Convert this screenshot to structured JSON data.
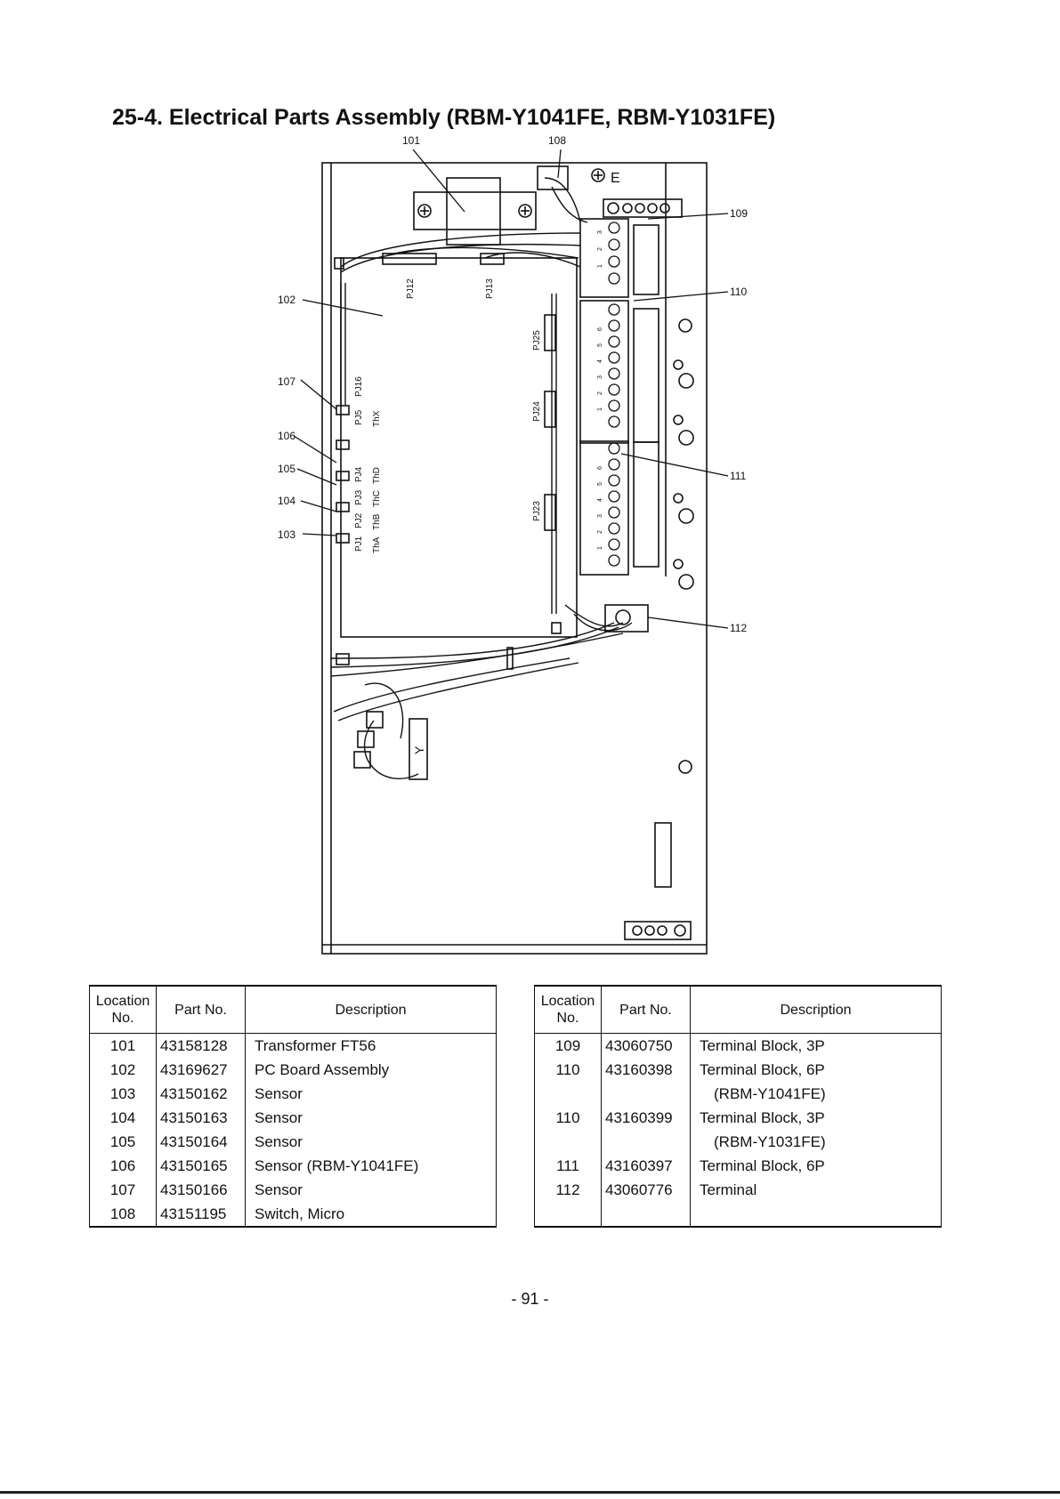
{
  "title": "25-4. Electrical Parts Assembly (RBM-Y1041FE, RBM-Y1031FE)",
  "callouts": [
    "101",
    "108",
    "109",
    "110",
    "111",
    "112",
    "102",
    "107",
    "106",
    "105",
    "104",
    "103"
  ],
  "connector_labels": [
    "PJ12",
    "PJ13",
    "PJ16",
    "PJ5",
    "PJ4",
    "PJ3",
    "PJ2",
    "PJ1",
    "PJ25",
    "PJ24",
    "PJ23"
  ],
  "thermistor_labels": [
    "ThX",
    "ThD",
    "ThC",
    "ThB",
    "ThA"
  ],
  "terminal_numbers": [
    "3",
    "2",
    "1",
    "6",
    "5",
    "4",
    "3",
    "2",
    "1",
    "6",
    "5",
    "4",
    "3",
    "2",
    "1"
  ],
  "board_marks": {
    "e_mark": "E",
    "y_mark": "Y"
  },
  "tables": {
    "headers": {
      "location": "Location No.",
      "part_no": "Part No.",
      "description": "Description"
    },
    "left_rows": [
      {
        "loc": "101",
        "part": "43158128",
        "desc": "Transformer FT56"
      },
      {
        "loc": "102",
        "part": "43169627",
        "desc": "PC Board Assembly"
      },
      {
        "loc": "103",
        "part": "43150162",
        "desc": "Sensor"
      },
      {
        "loc": "104",
        "part": "43150163",
        "desc": "Sensor"
      },
      {
        "loc": "105",
        "part": "43150164",
        "desc": "Sensor"
      },
      {
        "loc": "106",
        "part": "43150165",
        "desc": "Sensor (RBM-Y1041FE)"
      },
      {
        "loc": "107",
        "part": "43150166",
        "desc": "Sensor"
      },
      {
        "loc": "108",
        "part": "43151195",
        "desc": "Switch, Micro"
      }
    ],
    "right_rows": [
      {
        "loc": "109",
        "part": "43060750",
        "desc": "Terminal Block, 3P"
      },
      {
        "loc": "110",
        "part": "43160398",
        "desc": "Terminal Block, 6P"
      },
      {
        "loc": "",
        "part": "",
        "desc": "(RBM-Y1041FE)"
      },
      {
        "loc": "110",
        "part": "43160399",
        "desc": "Terminal Block, 3P"
      },
      {
        "loc": "",
        "part": "",
        "desc": "(RBM-Y1031FE)"
      },
      {
        "loc": "111",
        "part": "43160397",
        "desc": "Terminal Block, 6P"
      },
      {
        "loc": "112",
        "part": "43060776",
        "desc": "Terminal"
      },
      {
        "loc": "",
        "part": "",
        "desc": ""
      }
    ]
  },
  "page_number": "- 91 -"
}
